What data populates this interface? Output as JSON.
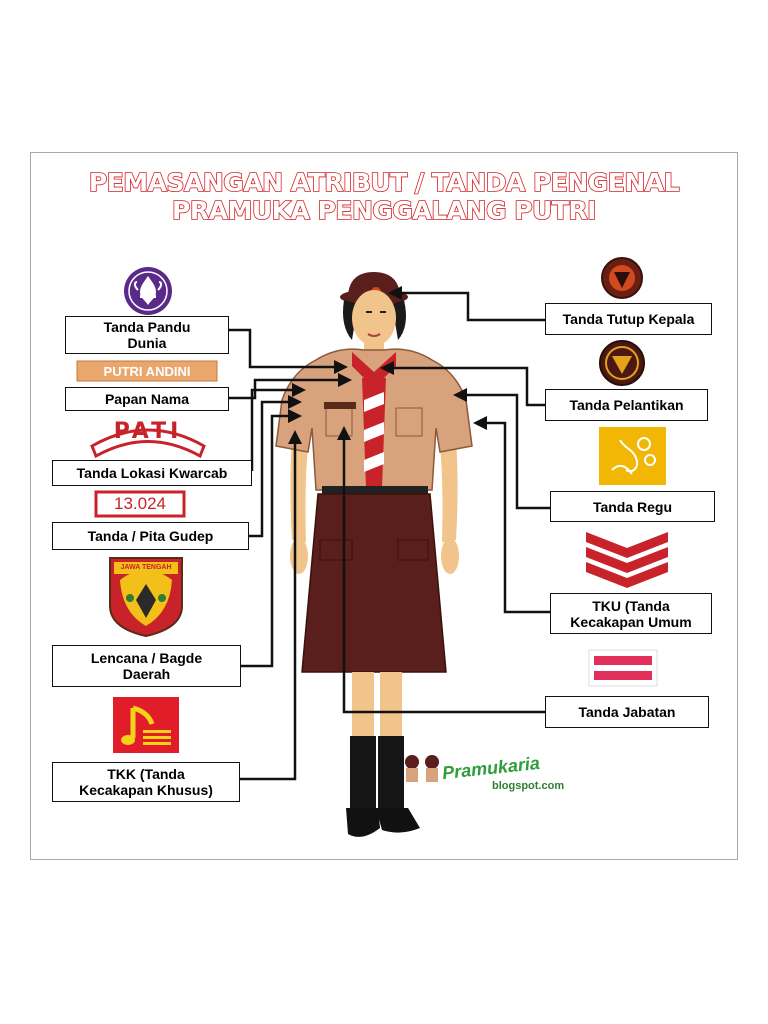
{
  "title": {
    "line1": "PEMASANGAN ATRIBUT / TANDA PENGENAL",
    "line2": "PRAMUKA PENGGALANG PUTRI"
  },
  "labels": {
    "pandu_dunia": "Tanda Pandu\nDunia",
    "papan_nama": "Papan Nama",
    "lokasi_kwarcab": "Tanda Lokasi Kwarcab",
    "pita_gudep": "Tanda / Pita Gudep",
    "lencana_daerah": "Lencana / Bagde\nDaerah",
    "tkk": "TKK (Tanda\nKecakapan Khusus)",
    "tutup_kepala": "Tanda Tutup Kepala",
    "pelantikan": "Tanda Pelantikan",
    "regu": "Tanda Regu",
    "tku": "TKU (Tanda\nKecakapan Umum",
    "jabatan": "Tanda Jabatan"
  },
  "badges": {
    "name_tag": "PUTRI ANDINI",
    "pati": "PATI",
    "gudep_number": "13.024",
    "jawa_tengah": "JAWA TENGAH"
  },
  "watermark": {
    "brand": "Pramukaria",
    "site": "blogspot.com"
  },
  "colors": {
    "title_outline": "#d42124",
    "uniform_shirt": "#d8a37c",
    "uniform_skirt": "#5a1f1d",
    "scarf_red": "#c8232a",
    "badge_purple": "#5a2a8a"
  }
}
